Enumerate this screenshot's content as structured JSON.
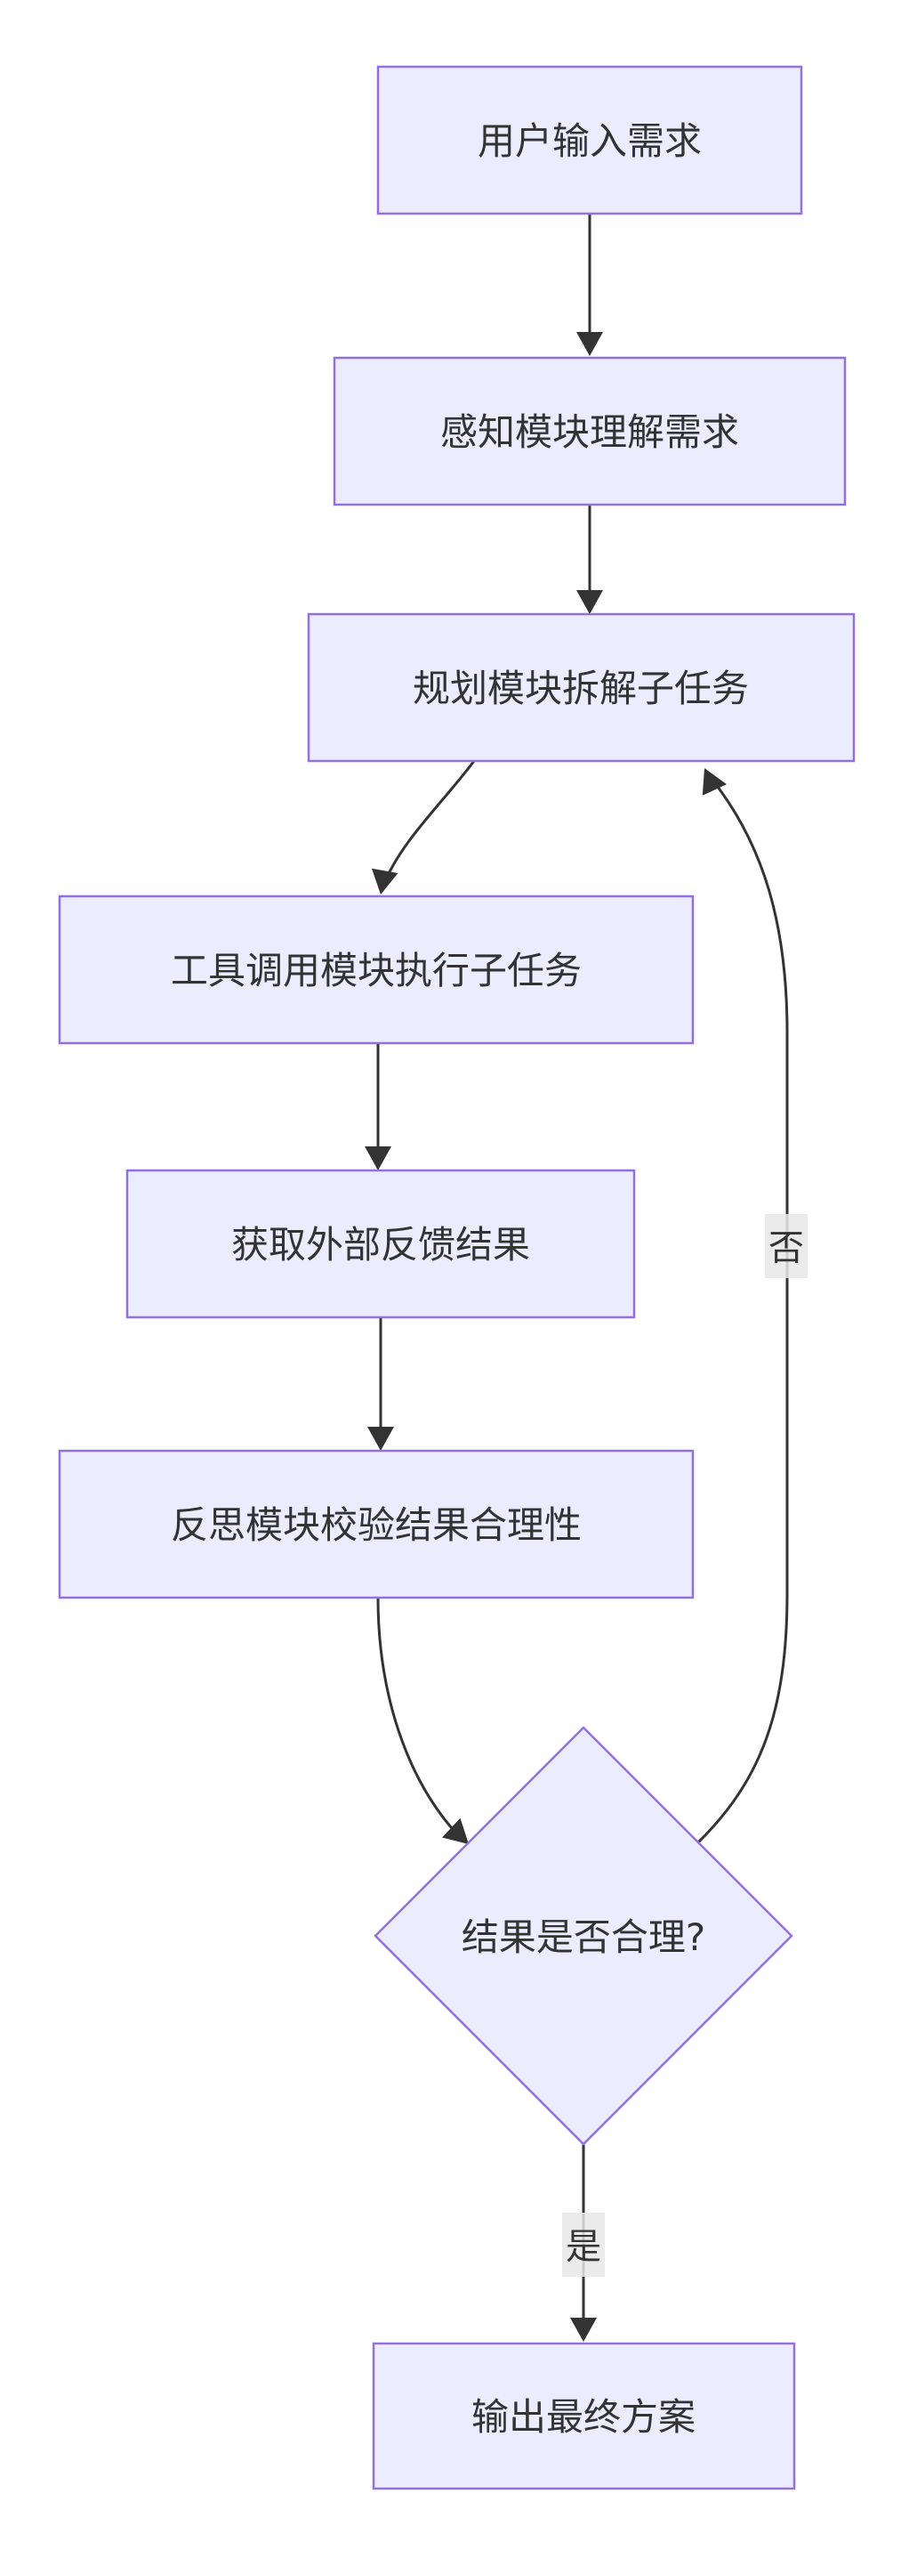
{
  "page": {
    "background": "#ffffff"
  },
  "diagram": {
    "type": "flowchart",
    "direction": "top-down",
    "colors": {
      "node_fill": "#ECECFF",
      "node_border": "#9370DB",
      "edge_line": "#333333",
      "node_text": "#333333",
      "edge_label_text": "#333333",
      "edge_label_bg": "#e8e8e8"
    },
    "nodes": [
      {
        "id": "A",
        "shape": "rectangle",
        "label": "用户输入需求"
      },
      {
        "id": "B",
        "shape": "rectangle",
        "label": "感知模块理解需求"
      },
      {
        "id": "C",
        "shape": "rectangle",
        "label": "规划模块拆解子任务"
      },
      {
        "id": "D",
        "shape": "rectangle",
        "label": "工具调用模块执行子任务"
      },
      {
        "id": "E",
        "shape": "rectangle",
        "label": "获取外部反馈结果"
      },
      {
        "id": "F",
        "shape": "rectangle",
        "label": "反思模块校验结果合理性"
      },
      {
        "id": "G",
        "shape": "diamond",
        "label": "结果是否合理?"
      },
      {
        "id": "H",
        "shape": "rectangle",
        "label": "输出最终方案"
      }
    ],
    "edges": [
      {
        "from": "A",
        "to": "B",
        "label": ""
      },
      {
        "from": "B",
        "to": "C",
        "label": ""
      },
      {
        "from": "C",
        "to": "D",
        "label": ""
      },
      {
        "from": "D",
        "to": "E",
        "label": ""
      },
      {
        "from": "E",
        "to": "F",
        "label": ""
      },
      {
        "from": "F",
        "to": "G",
        "label": ""
      },
      {
        "from": "G",
        "to": "H",
        "label": "是"
      },
      {
        "from": "G",
        "to": "C",
        "label": "否"
      }
    ]
  }
}
